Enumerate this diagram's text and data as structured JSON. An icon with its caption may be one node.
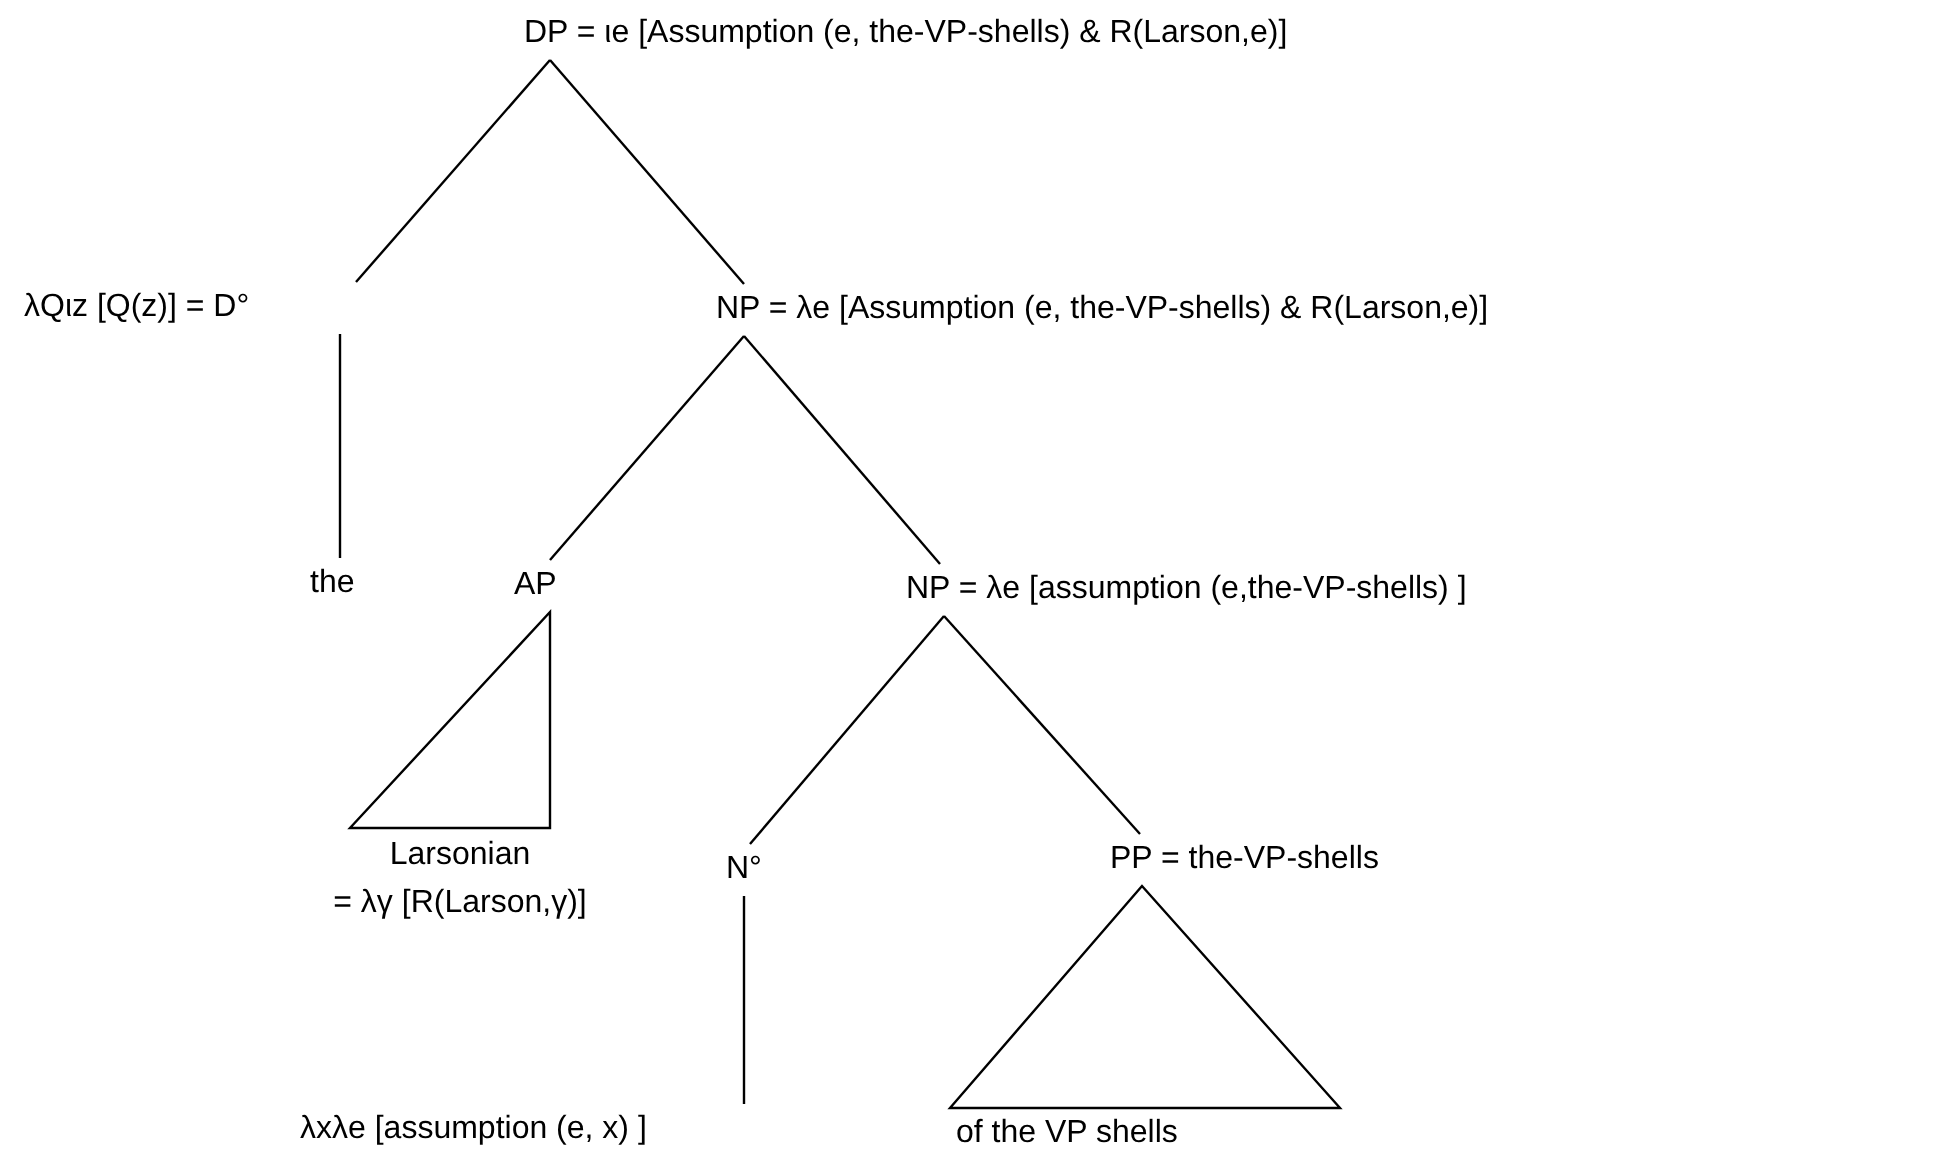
{
  "diagram": {
    "nodes": [
      {
        "text": [
          "DP = ιe [Assumption (e, the-VP-shells) & R(Larson,e)]"
        ]
      },
      {
        "text": [
          "λQιz [Q(z)] = D°"
        ]
      },
      {
        "text": [
          "NP = λe [Assumption (e, the-VP-shells) & R(Larson,e)]"
        ]
      },
      {
        "text": [
          "the"
        ]
      },
      {
        "text": [
          "AP"
        ]
      },
      {
        "text": [
          "NP = λe [assumption (e,the-VP-shells) ]"
        ]
      },
      {
        "text": [
          "Larsonian",
          "= λγ [R(Larson,γ)]"
        ]
      },
      {
        "text": [
          "N°"
        ]
      },
      {
        "text": [
          "PP = the-VP-shells"
        ]
      },
      {
        "text": [
          "λxλe [assumption (e, x) ]"
        ]
      },
      {
        "text": [
          "of the VP shells"
        ]
      }
    ],
    "edges": [
      {
        "from": 0,
        "to": 1,
        "arrow": "none"
      },
      {
        "from": 0,
        "to": 2,
        "arrow": "none"
      },
      {
        "from": 1,
        "to": 3,
        "arrow": "none"
      },
      {
        "from": 2,
        "to": 4,
        "arrow": "none"
      },
      {
        "from": 2,
        "to": 5,
        "arrow": "none"
      },
      {
        "from": 4,
        "to": 6,
        "arrow": "none"
      },
      {
        "from": 5,
        "to": 7,
        "arrow": "none"
      },
      {
        "from": 5,
        "to": 8,
        "arrow": "none"
      },
      {
        "from": 7,
        "to": 9,
        "arrow": "none"
      },
      {
        "from": 8,
        "to": 10,
        "arrow": "none"
      }
    ]
  }
}
